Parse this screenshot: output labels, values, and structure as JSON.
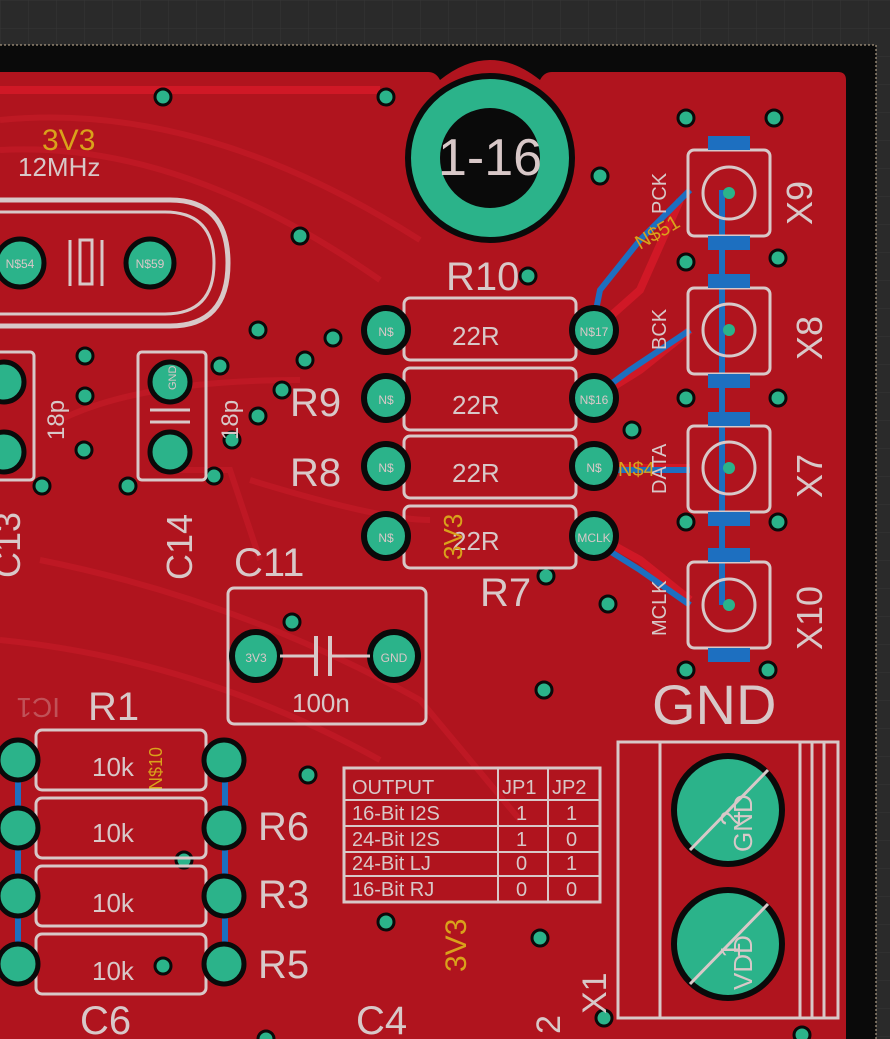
{
  "colors": {
    "background": "#2a2a2a",
    "grid": "#353535",
    "board_edge": "#c9b79a",
    "copper_fill": "#b0141e",
    "copper_trace": "#d01826",
    "silk": "#d8c8c8",
    "value_text": "#d9a21b",
    "pad": "#2bb38a",
    "via": "#2bb38a",
    "bottom_copper": "#1d6fc0"
  },
  "mount_hole": {
    "label": "1-16"
  },
  "crystal": {
    "name": "3V3",
    "value": "12MHz",
    "pad1": "N$54",
    "pad2": "N$59"
  },
  "resistors": [
    {
      "name": "R10",
      "value": "22R",
      "pad_right": "N$17",
      "pad_left": "N$"
    },
    {
      "name": "R9",
      "value": "22R",
      "pad_right": "N$16",
      "pad_left": "N$"
    },
    {
      "name": "R8",
      "value": "22R",
      "pad_right": "N$",
      "pad_left": "N$"
    },
    {
      "name": "R7",
      "value": "22R",
      "pad_right": "MCLK",
      "pad_left": "N$"
    }
  ],
  "rail_label_mid": "3V3",
  "net_labels": {
    "n1": "N$51",
    "n4": "N$4",
    "n10": "N$10"
  },
  "connectors": [
    {
      "name": "X9",
      "signal": "PCK"
    },
    {
      "name": "X8",
      "signal": "BCK"
    },
    {
      "name": "X7",
      "signal": "DATA"
    },
    {
      "name": "X10",
      "signal": "MCLK"
    }
  ],
  "capacitors": {
    "c13": "C13",
    "c14": "C14",
    "c14_value": "18p",
    "c13_value": "18p",
    "c14_pad": "GND",
    "c11": {
      "name": "C11",
      "value": "100n",
      "pad1": "3V3",
      "pad2": "GND"
    },
    "c6": "C6",
    "c4": "C4"
  },
  "pullups": [
    {
      "name": "R1",
      "value": "10k"
    },
    {
      "name": "R6",
      "value": "10k"
    },
    {
      "name": "R3",
      "value": "10k"
    },
    {
      "name": "R5",
      "value": "10k"
    }
  ],
  "ic1_label": "IC1",
  "gnd_label": "GND",
  "rail_label_bottom": "3V3",
  "table": {
    "headers": [
      "OUTPUT",
      "JP1",
      "JP2"
    ],
    "rows": [
      [
        "16-Bit I2S",
        "1",
        "1"
      ],
      [
        "24-Bit I2S",
        "1",
        "0"
      ],
      [
        "24-Bit LJ",
        "0",
        "1"
      ],
      [
        "16-Bit RJ",
        "0",
        "0"
      ]
    ]
  },
  "terminal": {
    "name": "X1",
    "pin2": "GND",
    "pin1": "VDD",
    "pin2_num": "2",
    "pin1_num": "1"
  },
  "bottom_edge_label": "2"
}
